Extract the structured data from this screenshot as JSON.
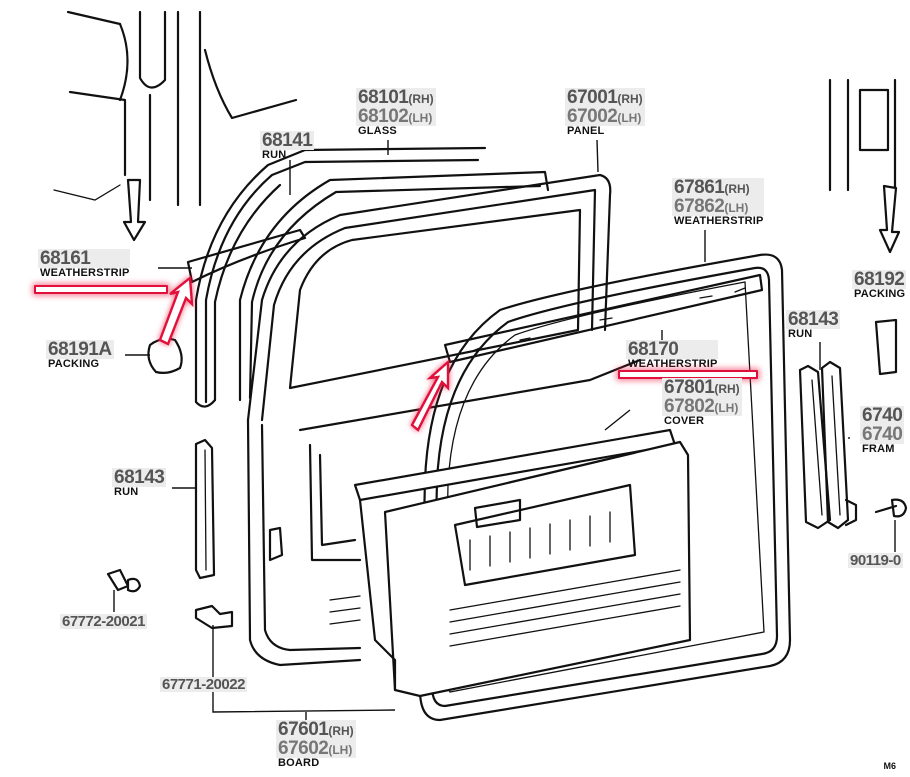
{
  "diagram": {
    "title": "Front Door Panel & Glass - Parts Diagram",
    "page_code": "M6",
    "colors": {
      "highlight": "#e0103a",
      "part_number_bg": "#ececec",
      "part_number_text": "#555555"
    },
    "callouts": [
      {
        "id": "68161",
        "numbers": [
          "68161"
        ],
        "name": "WEATHERSTRIP",
        "highlighted": true
      },
      {
        "id": "68141",
        "numbers": [
          "68141"
        ],
        "name": "RUN"
      },
      {
        "id": "68101",
        "numbers": [
          "68101(RH)",
          "68102(LH)"
        ],
        "rh": "68101",
        "lh": "68102",
        "name": "GLASS"
      },
      {
        "id": "67001",
        "numbers": [
          "67001(RH)",
          "67002(LH)"
        ],
        "rh": "67001",
        "lh": "67002",
        "name": "PANEL"
      },
      {
        "id": "67861",
        "numbers": [
          "67861(RH)",
          "67862(LH)"
        ],
        "rh": "67861",
        "lh": "67862",
        "name": "WEATHERSTRIP"
      },
      {
        "id": "68192",
        "numbers": [
          "68192"
        ],
        "name": "PACKING",
        "clipped": true
      },
      {
        "id": "68191A",
        "numbers": [
          "68191A"
        ],
        "name": "PACKING"
      },
      {
        "id": "68170",
        "numbers": [
          "68170"
        ],
        "name": "WEATHERSTRIP",
        "highlighted": true
      },
      {
        "id": "68143-right",
        "numbers": [
          "68143"
        ],
        "name": "RUN"
      },
      {
        "id": "67801",
        "numbers": [
          "67801(RH)",
          "67802(LH)"
        ],
        "rh": "67801",
        "lh": "67802",
        "name": "COVER"
      },
      {
        "id": "6740x",
        "numbers": [
          "6740",
          "6740"
        ],
        "name": "FRAM",
        "clipped": true
      },
      {
        "id": "68143-left",
        "numbers": [
          "68143"
        ],
        "name": "RUN"
      },
      {
        "id": "90119",
        "numbers": [
          "90119-0"
        ],
        "name": "",
        "clipped": true
      },
      {
        "id": "67772-20021",
        "numbers": [
          "67772-20021"
        ],
        "name": ""
      },
      {
        "id": "67771-20022",
        "numbers": [
          "67771-20022"
        ],
        "name": ""
      },
      {
        "id": "67601",
        "numbers": [
          "67601(RH)",
          "67602(LH)"
        ],
        "rh": "67601",
        "lh": "67602",
        "name": "BOARD"
      }
    ],
    "side_labels": {
      "rh": "(RH)",
      "lh": "(LH)"
    }
  }
}
